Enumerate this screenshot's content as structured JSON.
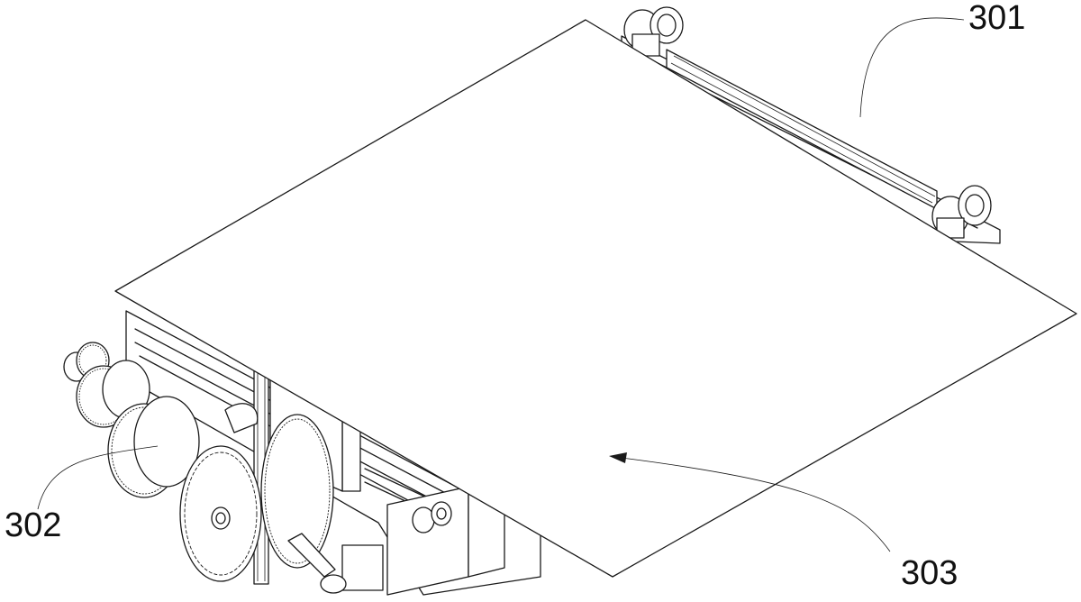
{
  "figure": {
    "labels": [
      {
        "id": "301",
        "text": "301"
      },
      {
        "id": "302",
        "text": "302"
      },
      {
        "id": "303",
        "text": "303"
      }
    ]
  }
}
